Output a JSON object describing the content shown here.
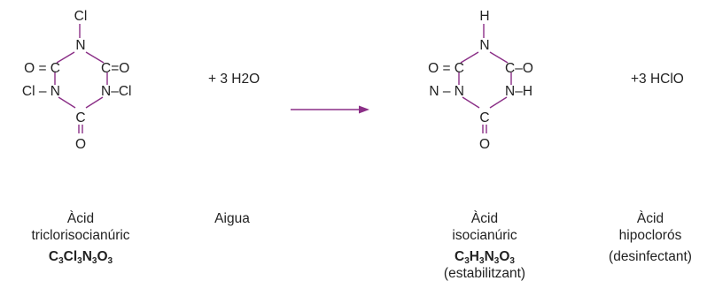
{
  "reaction": {
    "reactant1": {
      "atoms": {
        "top_sub": "Cl",
        "top_n": "N",
        "ul_left": "O = C",
        "ur": "C=O",
        "ll": "Cl – N",
        "lr": "N–Cl",
        "bottom_c": "C",
        "bottom_o": "O"
      },
      "name_line1": "Àcid",
      "name_line2": "triclorisocianúric",
      "formula": [
        "C",
        "3",
        "Cl",
        "3",
        "N",
        "3",
        "O",
        "3"
      ]
    },
    "reactant2": {
      "text": "+ 3 H2O",
      "name": "Aigua"
    },
    "product1": {
      "atoms": {
        "top_sub": "H",
        "top_n": "N",
        "ul_left": "O = C",
        "ur": "C–O",
        "ll": "N – N",
        "lr": "N–H",
        "bottom_c": "C",
        "bottom_o": "O"
      },
      "name_line1": "Àcid",
      "name_line2": "isocianúric",
      "formula": [
        "C",
        "3",
        "H",
        "3",
        "N",
        "3",
        "O",
        "3"
      ],
      "role": "(estabilitzant)"
    },
    "product2": {
      "text": "+3 HClO",
      "name_line1": "Àcid",
      "name_line2": "hipoclorós",
      "role": "(desinfectant)"
    },
    "colors": {
      "bond": "#8b2f87",
      "arrow": "#8b2f87",
      "text": "#222222"
    }
  }
}
